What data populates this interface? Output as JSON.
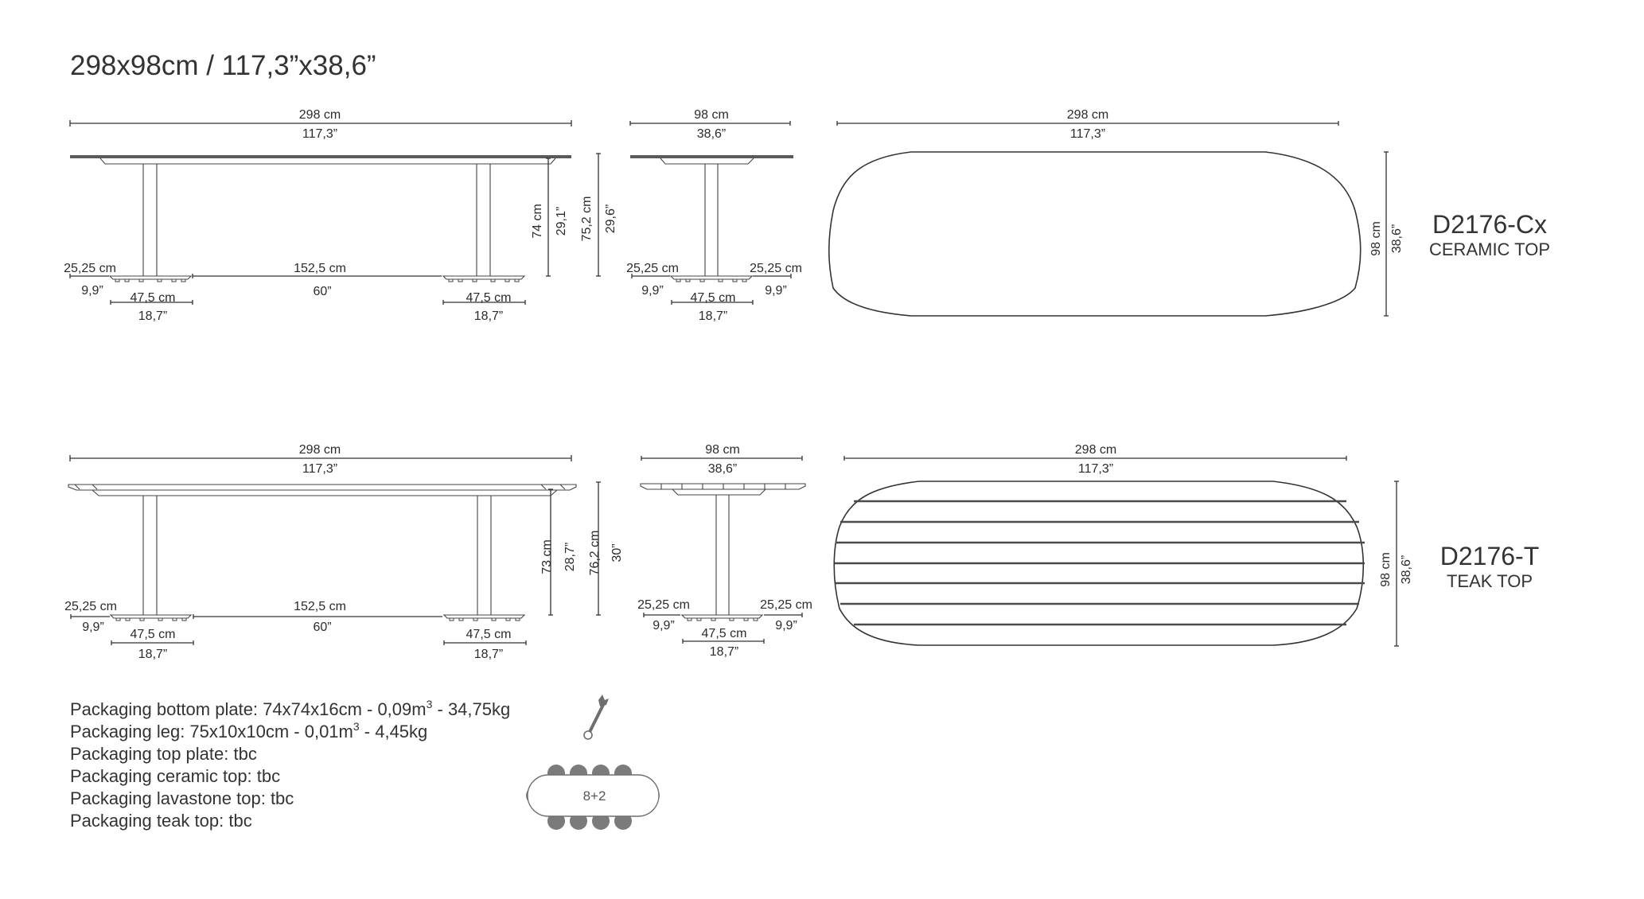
{
  "title": "298x98cm / 117,3”x38,6”",
  "ceramic": {
    "model": "D2176-Cx",
    "subtitle": "CERAMIC TOP",
    "elevation": {
      "length_cm": "298 cm",
      "length_in": "117,3”",
      "overhang_cm": "25,25 cm",
      "overhang_in": "9,9”",
      "base_cm": "47,5 cm",
      "base_in": "18,7”",
      "between_cm": "152,5 cm",
      "between_in": "60”",
      "height_under_cm": "74 cm",
      "height_under_in": "29,1”",
      "height_total_cm": "75,2 cm",
      "height_total_in": "29,6”"
    },
    "side": {
      "width_cm": "98 cm",
      "width_in": "38,6”",
      "overhang_cm": "25,25 cm",
      "overhang_in": "9,9”",
      "base_cm": "47,5 cm",
      "base_in": "18,7”"
    },
    "plan": {
      "length_cm": "298 cm",
      "length_in": "117,3”",
      "width_cm": "98 cm",
      "width_in": "38,6”"
    }
  },
  "teak": {
    "model": "D2176-T",
    "subtitle": "TEAK TOP",
    "elevation": {
      "length_cm": "298 cm",
      "length_in": "117,3”",
      "overhang_cm": "25,25 cm",
      "overhang_in": "9,9”",
      "base_cm": "47,5 cm",
      "base_in": "18,7”",
      "between_cm": "152,5 cm",
      "between_in": "60”",
      "height_under_cm": "73 cm",
      "height_under_in": "28,7”",
      "height_total_cm": "76,2 cm",
      "height_total_in": "30”"
    },
    "side": {
      "width_cm": "98 cm",
      "width_in": "38,6”",
      "overhang_cm": "25,25 cm",
      "overhang_in": "9,9”",
      "base_cm": "47,5 cm",
      "base_in": "18,7”"
    },
    "plan": {
      "length_cm": "298 cm",
      "length_in": "117,3”",
      "width_cm": "98 cm",
      "width_in": "38,6”",
      "slat_count": 7
    }
  },
  "packaging": [
    {
      "label": "Packaging bottom plate: 74x74x16cm - 0,09m",
      "sup": "3",
      "tail": " - 34,75kg"
    },
    {
      "label": "Packaging leg: 75x10x10cm - 0,01m",
      "sup": "3",
      "tail": " - 4,45kg"
    },
    {
      "label": "Packaging top plate: tbc"
    },
    {
      "label": "Packaging ceramic top: tbc"
    },
    {
      "label": "Packaging lavastone top: tbc"
    },
    {
      "label": "Packaging teak top: tbc"
    }
  ],
  "icons": {
    "assembly": "wrench-icon",
    "seating": "seating-plan-icon"
  },
  "seating": {
    "label": "8+2"
  },
  "colors": {
    "line": "#333333",
    "text": "#333333",
    "chair": "#7b7b7b",
    "background": "#ffffff"
  }
}
